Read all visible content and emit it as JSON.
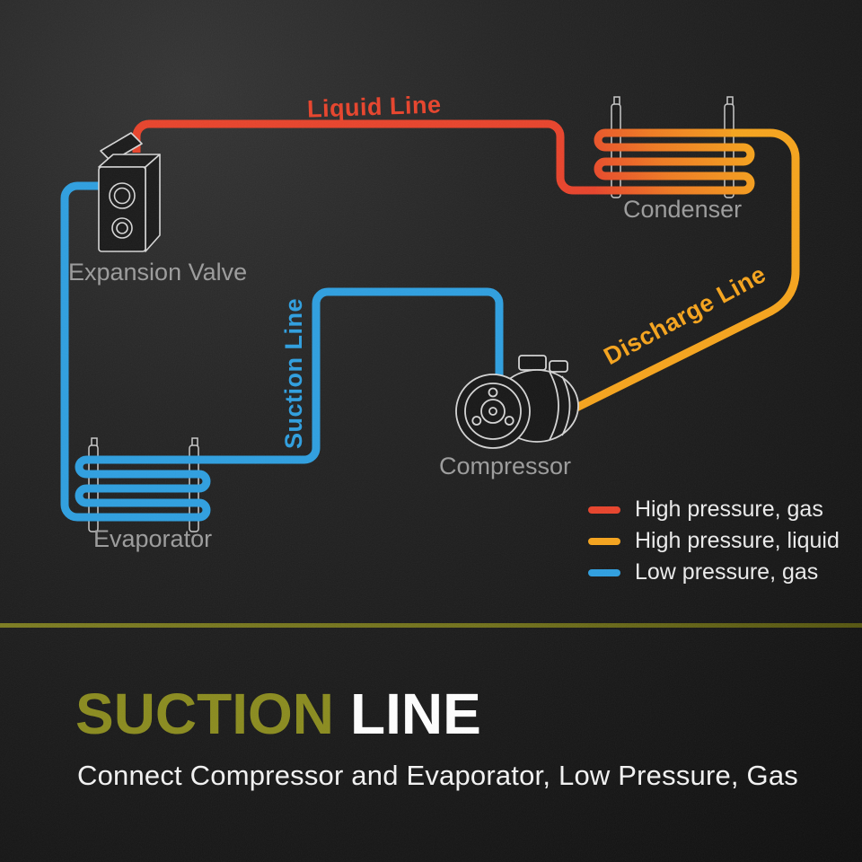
{
  "diagram": {
    "labels": {
      "liquid_line": "Liquid Line",
      "suction_line": "Suction Line",
      "discharge_line": "Discharge Line",
      "condenser": "Condenser",
      "expansion_valve": "Expansion Valve",
      "compressor": "Compressor",
      "evaporator": "Evaporator"
    },
    "colors": {
      "liquid_line": "#e8432b",
      "discharge_line": "#f6a41c",
      "suction_line": "#2e9fe0"
    },
    "legend": [
      {
        "color": "#e8432b",
        "label": "High pressure, gas"
      },
      {
        "color": "#f6a41c",
        "label": "High pressure, liquid"
      },
      {
        "color": "#2e9fe0",
        "label": "Low pressure, gas"
      }
    ]
  },
  "footer": {
    "title_accent": "SUCTION",
    "title_rest": "LINE",
    "accent_color": "#8a8b1e",
    "subtitle": "Connect Compressor and Evaporator, Low Pressure, Gas"
  }
}
